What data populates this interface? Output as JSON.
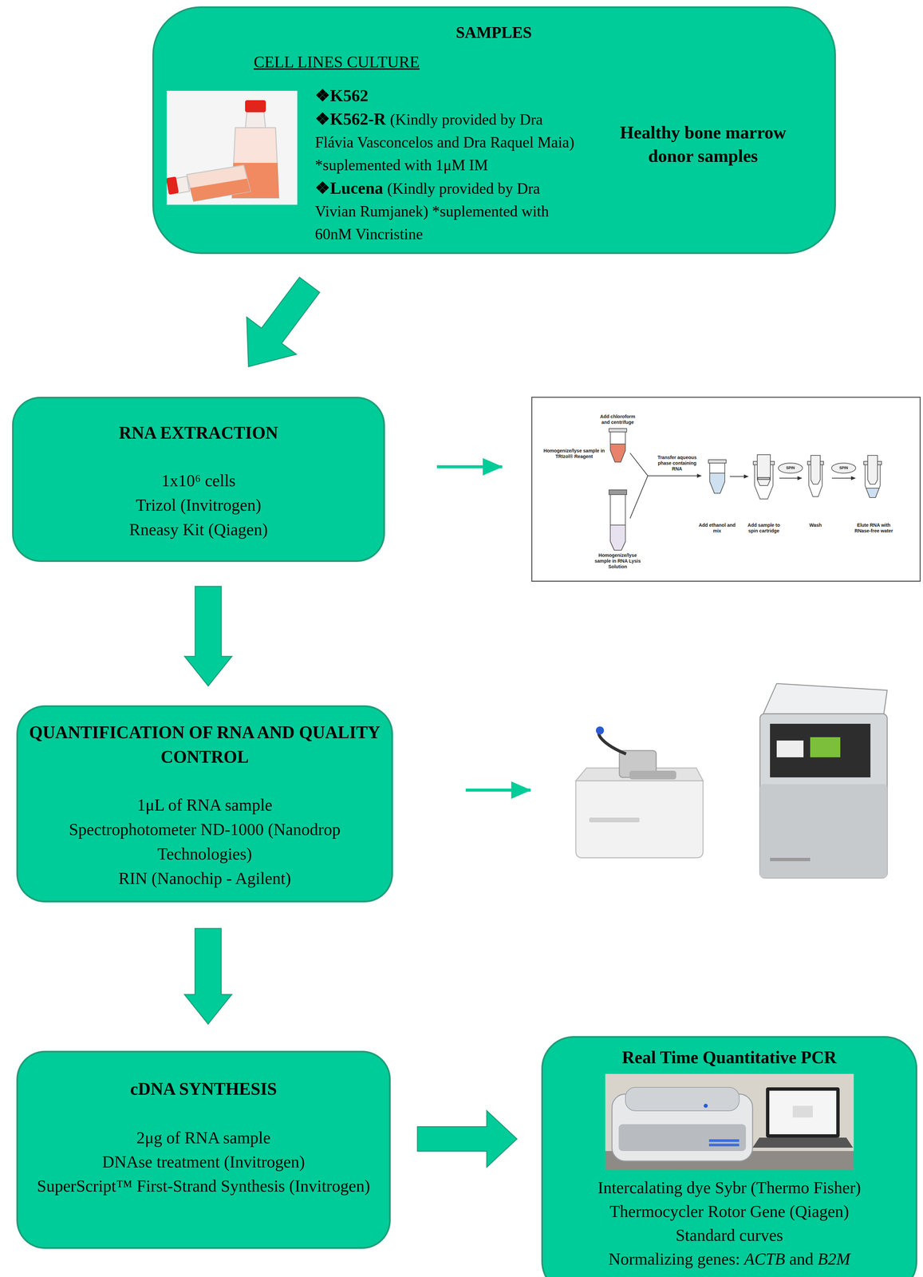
{
  "diagram": {
    "nodes": [
      {
        "text": [
          "SAMPLES",
          "CELL LINES CULTURE",
          "❖K562",
          "❖K562-R",
          "(Kindly provided by Dra Flávia Vasconcelos and Dra Raquel Maia) *suplemented with 1μM IM",
          "❖Lucena",
          "(Kindly provided by Dra Vivian Rumjanek) *suplemented with 60nM Vincristine",
          "Healthy bone marrow donor samples"
        ]
      },
      {
        "text": [
          "RNA EXTRACTION",
          "1x10⁶ cells",
          "Trizol (Invitrogen)",
          "Rneasy Kit (Qiagen)"
        ]
      },
      {
        "text": [
          "Add chloroform and centrifuge",
          "Homogenize/lyse sample in TRIzol® Reagent",
          "Transfer aqueous phase containing RNA",
          "SPIN",
          "SPIN",
          "Add ethanol and mix",
          "Add sample to spin cartridge",
          "Wash",
          "Elute RNA with RNase-free water",
          "Homogenize/lyse sample in RNA Lysis Solution"
        ]
      },
      {
        "text": [
          "QUANTIFICATION OF RNA AND QUALITY CONTROL",
          "1μL of RNA sample",
          "Spectrophotometer ND-1000 (Nanodrop Technologies)",
          "RIN (Nanochip - Agilent)"
        ]
      },
      {
        "text": [
          "cDNA SYNTHESIS",
          "2μg of RNA sample",
          "DNAse treatment (Invitrogen)",
          "SuperScript™ First-Strand Synthesis (Invitrogen)"
        ]
      },
      {
        "text": [
          "Real Time Quantitative PCR",
          "Intercalating dye Sybr (Thermo Fisher)",
          "Thermocycler Rotor Gene (Qiagen)",
          "Standard curves",
          "Normalizing genes:",
          "ACTB",
          "and",
          "B2M"
        ]
      }
    ],
    "edges": [
      {
        "from": 0,
        "to": 1,
        "arrow": "to"
      },
      {
        "from": 1,
        "to": 2,
        "arrow": "to"
      },
      {
        "from": 1,
        "to": 3,
        "arrow": "to"
      },
      {
        "from": 3,
        "to": 4,
        "arrow": "to"
      },
      {
        "from": 4,
        "to": 5,
        "arrow": "to"
      }
    ]
  }
}
